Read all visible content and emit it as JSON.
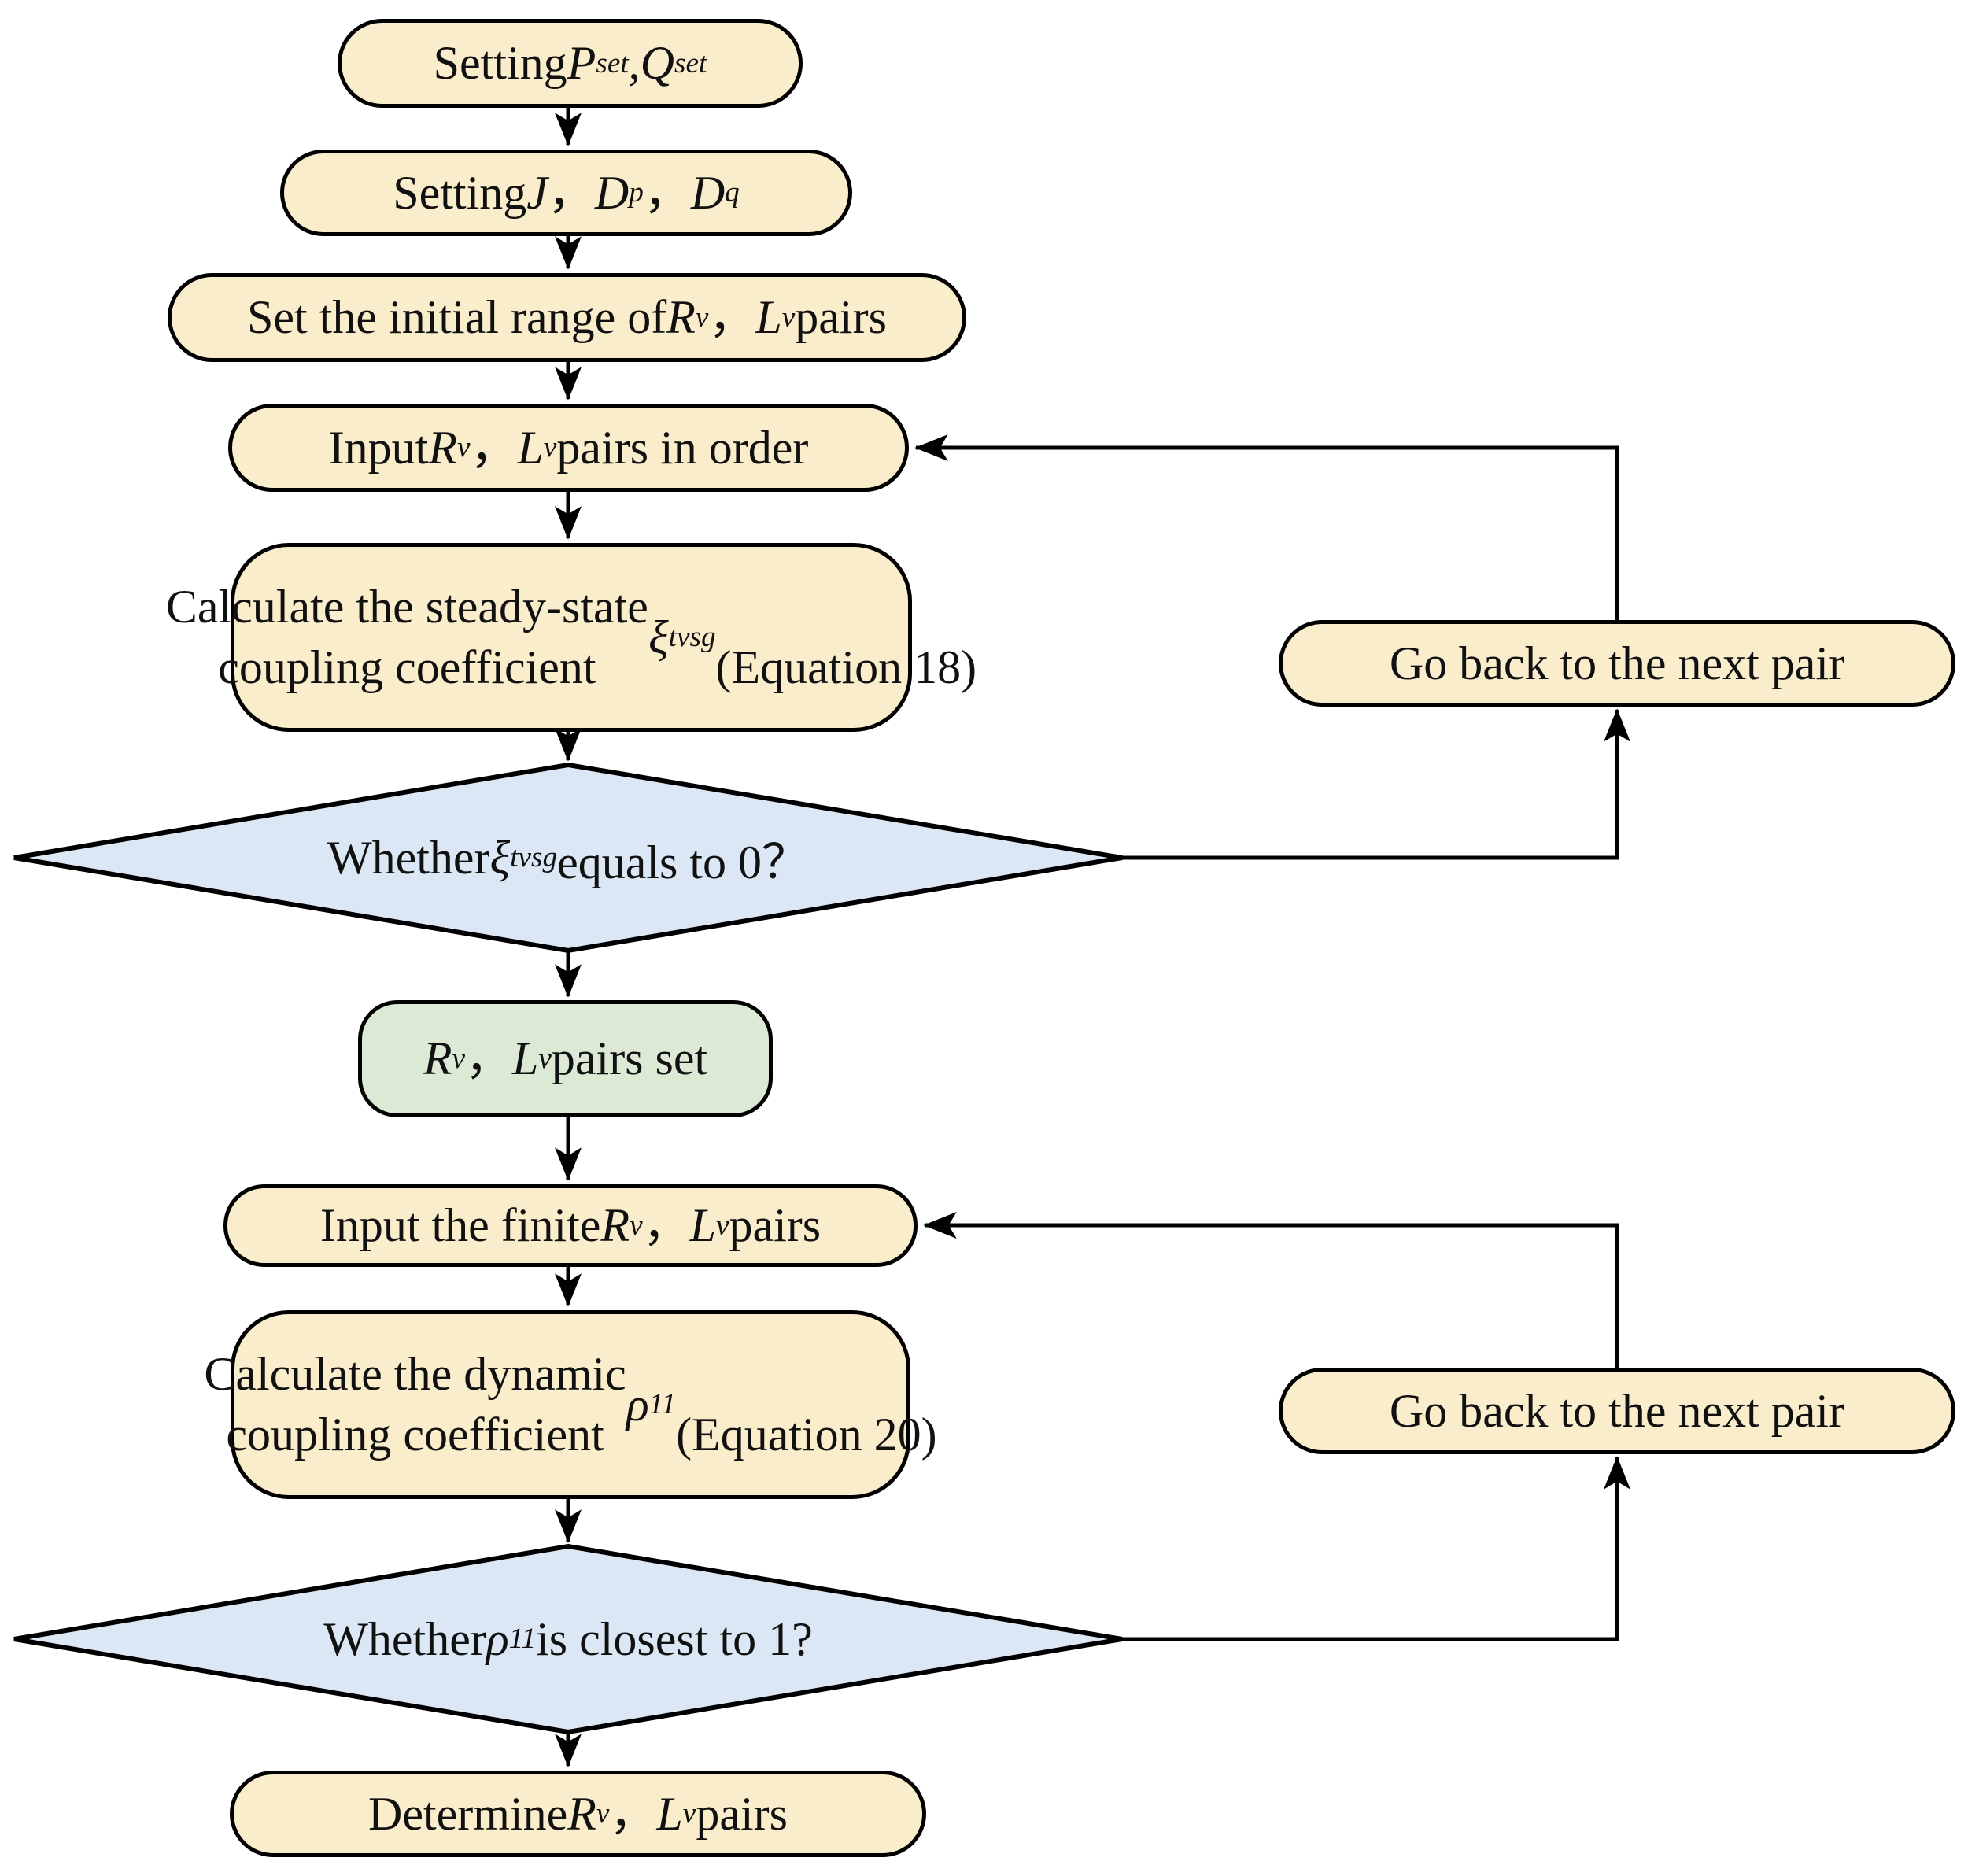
{
  "figure": {
    "type": "flowchart"
  },
  "colors": {
    "process_fill": "#FAEDCB",
    "decision_fill": "#DBE7F4",
    "terminal_fill": "#DCEAD5",
    "line_color": "#000000",
    "text_color": "#111111",
    "background": "#FFFFFF"
  },
  "nodes": {
    "setting_pq": {
      "type": "process",
      "label_html": "Setting <i>P</i><sub><i>set</i></sub>,<i>Q</i><sub><i>set</i></sub>"
    },
    "setting_j_dp_dq": {
      "type": "process",
      "label_html": "Setting <i>J</i>， <i>D</i><sub><i>p</i></sub>， <i>D</i><sub><i>q</i></sub>"
    },
    "set_initial_range": {
      "type": "process",
      "label_html": "Set the initial range of <i>R</i><sub><i>v</i></sub>， <i>L</i><sub><i>v</i></sub> pairs"
    },
    "input_pairs_in_order": {
      "type": "process",
      "label_html": "Input <i>R</i><sub><i>v</i></sub>， <i>L</i><sub><i>v</i></sub> pairs in order"
    },
    "calc_steady_state": {
      "type": "process",
      "label_html": "Calculate the steady-state<br>coupling coefficient <i>ξ</i><sub><i>tvsg</i></sub><br>(Equation 18)"
    },
    "whether_xi_zero": {
      "type": "decision",
      "label_html": "Whether <i>ξ</i><sub><i>tvsg</i></sub> equals to 0？"
    },
    "pairs_set": {
      "type": "terminal",
      "label_html": "<i>R</i><sub><i>v</i></sub>， <i>L</i><sub><i>v</i></sub> pairs set"
    },
    "input_finite_pairs": {
      "type": "process",
      "label_html": "Input the finite <i>R</i><sub><i>v</i></sub>， <i>L</i><sub><i>v</i></sub> pairs"
    },
    "calc_dynamic": {
      "type": "process",
      "label_html": "Calculate the dynamic<br>coupling coefficient <i>ρ</i><sub><i>11</i></sub><br>(Equation 20)"
    },
    "whether_rho_one": {
      "type": "decision",
      "label_html": "Whether <i>ρ</i><sub><i>11</i></sub> is closest to 1?"
    },
    "determine_pairs": {
      "type": "process",
      "label_html": "Determine <i>R</i><sub><i>v</i></sub>， <i>L</i><sub><i>v</i></sub> pairs"
    },
    "go_back_1": {
      "type": "process",
      "label_html": "Go back to the next pair"
    },
    "go_back_2": {
      "type": "process",
      "label_html": "Go back to the next pair"
    }
  },
  "edges": [
    {
      "from": "setting_pq",
      "to": "setting_j_dp_dq"
    },
    {
      "from": "setting_j_dp_dq",
      "to": "set_initial_range"
    },
    {
      "from": "set_initial_range",
      "to": "input_pairs_in_order"
    },
    {
      "from": "input_pairs_in_order",
      "to": "calc_steady_state"
    },
    {
      "from": "calc_steady_state",
      "to": "whether_xi_zero"
    },
    {
      "from": "whether_xi_zero",
      "to": "pairs_set",
      "branch": "down"
    },
    {
      "from": "whether_xi_zero",
      "to": "go_back_1",
      "branch": "right"
    },
    {
      "from": "go_back_1",
      "to": "input_pairs_in_order"
    },
    {
      "from": "pairs_set",
      "to": "input_finite_pairs"
    },
    {
      "from": "input_finite_pairs",
      "to": "calc_dynamic"
    },
    {
      "from": "calc_dynamic",
      "to": "whether_rho_one"
    },
    {
      "from": "whether_rho_one",
      "to": "determine_pairs",
      "branch": "down"
    },
    {
      "from": "whether_rho_one",
      "to": "go_back_2",
      "branch": "right"
    },
    {
      "from": "go_back_2",
      "to": "input_finite_pairs"
    }
  ]
}
